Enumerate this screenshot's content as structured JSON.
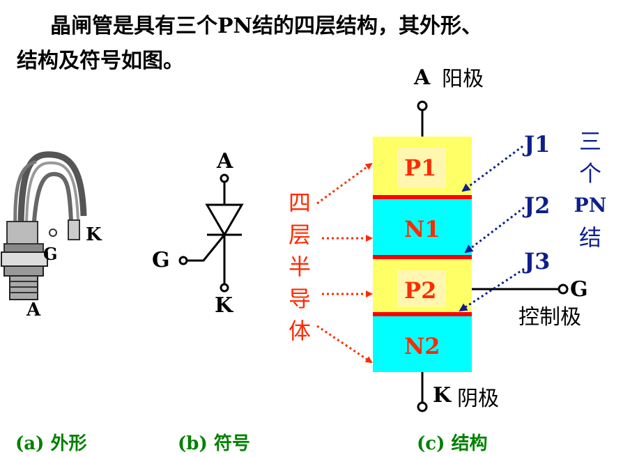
{
  "intro": {
    "line1": "晶闸管是具有三个PN结的四层结构，其外形、",
    "line2": "结构及符号如图。"
  },
  "captions": {
    "a": "(a) 外形",
    "b": "(b) 符号",
    "c": "(c) 结构"
  },
  "photo": {
    "label_g": "G",
    "label_k": "K",
    "label_a": "A"
  },
  "symbol": {
    "label_a": "A",
    "label_g": "G",
    "label_k": "K"
  },
  "structure": {
    "anode_letter": "A",
    "anode_text": "阳极",
    "cathode_letter": "K",
    "cathode_text": "阴极",
    "gate_letter": "G",
    "gate_text": "控制极",
    "layers": [
      {
        "label": "P1",
        "color": "#ffff66"
      },
      {
        "label": "N1",
        "color": "#00ffff"
      },
      {
        "label": "P2",
        "color": "#ffff66"
      },
      {
        "label": "N2",
        "color": "#00ffff"
      }
    ],
    "junctions": [
      "J1",
      "J2",
      "J3"
    ],
    "four_layer_chars": [
      "四",
      "层",
      "半",
      "导",
      "体"
    ],
    "three_pn_chars": [
      "三",
      "个",
      "PN",
      "结"
    ]
  },
  "colors": {
    "red": "#ff2a00",
    "navy": "#0d1f8c",
    "caption_green": "#008000",
    "junction": "#ff0000"
  }
}
